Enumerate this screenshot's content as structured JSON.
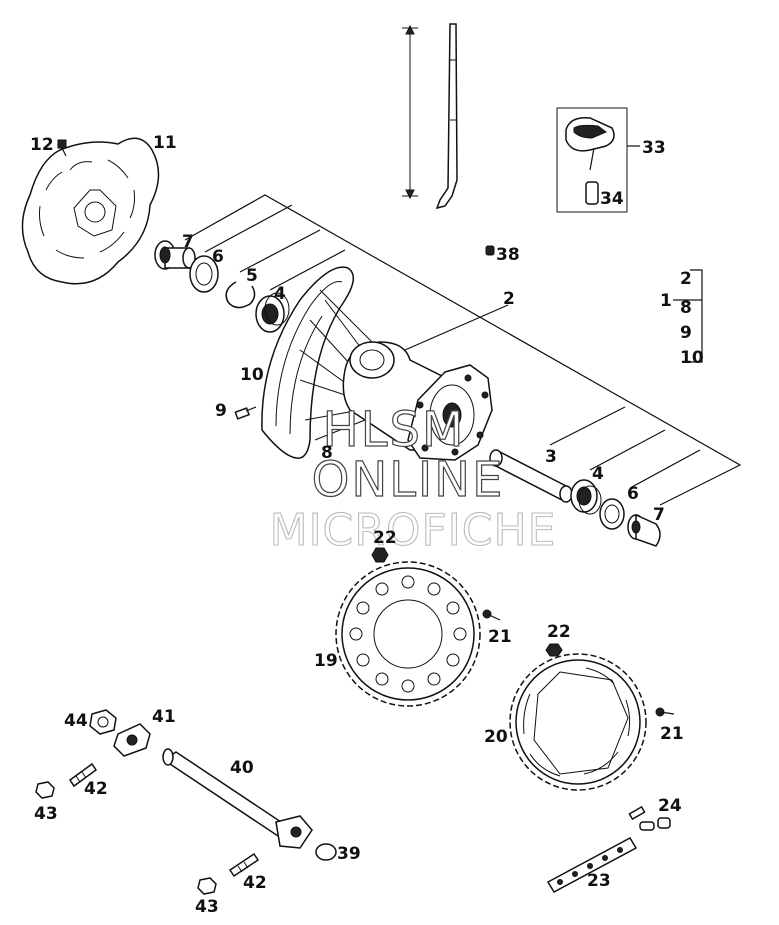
{
  "labels": {
    "n1": "1",
    "n2": "2",
    "n2b": "2",
    "n3": "3",
    "n4a": "4",
    "n4b": "4",
    "n5": "5",
    "n6a": "6",
    "n6b": "6",
    "n7a": "7",
    "n7b": "7",
    "n8": "8",
    "n8b": "8",
    "n9": "9",
    "n9b": "9",
    "n10": "10",
    "n10b": "10",
    "n11": "11",
    "n12": "12",
    "n19": "19",
    "n20": "20",
    "n21a": "21",
    "n21b": "21",
    "n22a": "22",
    "n22b": "22",
    "n23": "23",
    "n24": "24",
    "n33": "33",
    "n34": "34",
    "n38": "38",
    "n39": "39",
    "n40": "40",
    "n41": "41",
    "n42a": "42",
    "n42b": "42",
    "n43a": "43",
    "n43b": "43",
    "n44": "44"
  },
  "watermark": {
    "line1": "HLSM",
    "line2": "ONLINE",
    "line3": "MICROFICHE"
  }
}
